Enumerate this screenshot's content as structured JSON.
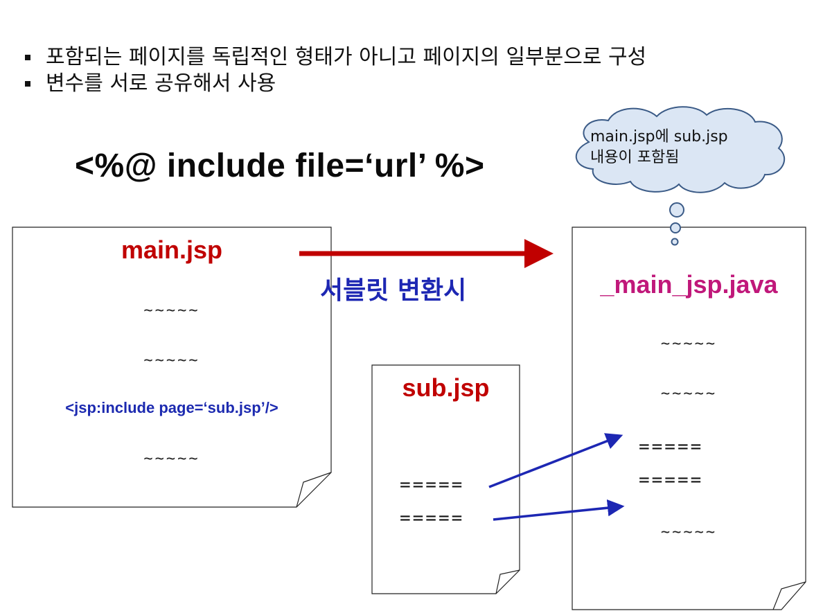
{
  "bullets": [
    "포함되는 페이지를 독립적인 형태가 아니고 페이지의 일부분으로 구성",
    "변수를 서로 공유해서 사용"
  ],
  "directive": "<%@ include file=‘url’ %>",
  "cloud": {
    "line1": "main.jsp에 sub.jsp",
    "line2": "내용이 포함됨"
  },
  "conversion_label": "서블릿 변환시",
  "main_doc": {
    "title": "main.jsp",
    "lines": [
      "~~~~~",
      "~~~~~",
      "~~~~~"
    ],
    "include_tag": "<jsp:include page=‘sub.jsp’/>"
  },
  "sub_doc": {
    "title": "sub.jsp",
    "lines": [
      "=====",
      "====="
    ]
  },
  "java_doc": {
    "title": "_main_jsp.java",
    "lines_top": [
      "~~~~~",
      "~~~~~"
    ],
    "lines_mid": [
      "=====",
      "====="
    ],
    "lines_bottom": [
      "~~~~~"
    ]
  },
  "colors": {
    "red": "#c00000",
    "blue": "#1d27b3",
    "magenta": "#c0187a",
    "cloud_fill": "#dbe6f4",
    "cloud_stroke": "#3a5a86"
  }
}
